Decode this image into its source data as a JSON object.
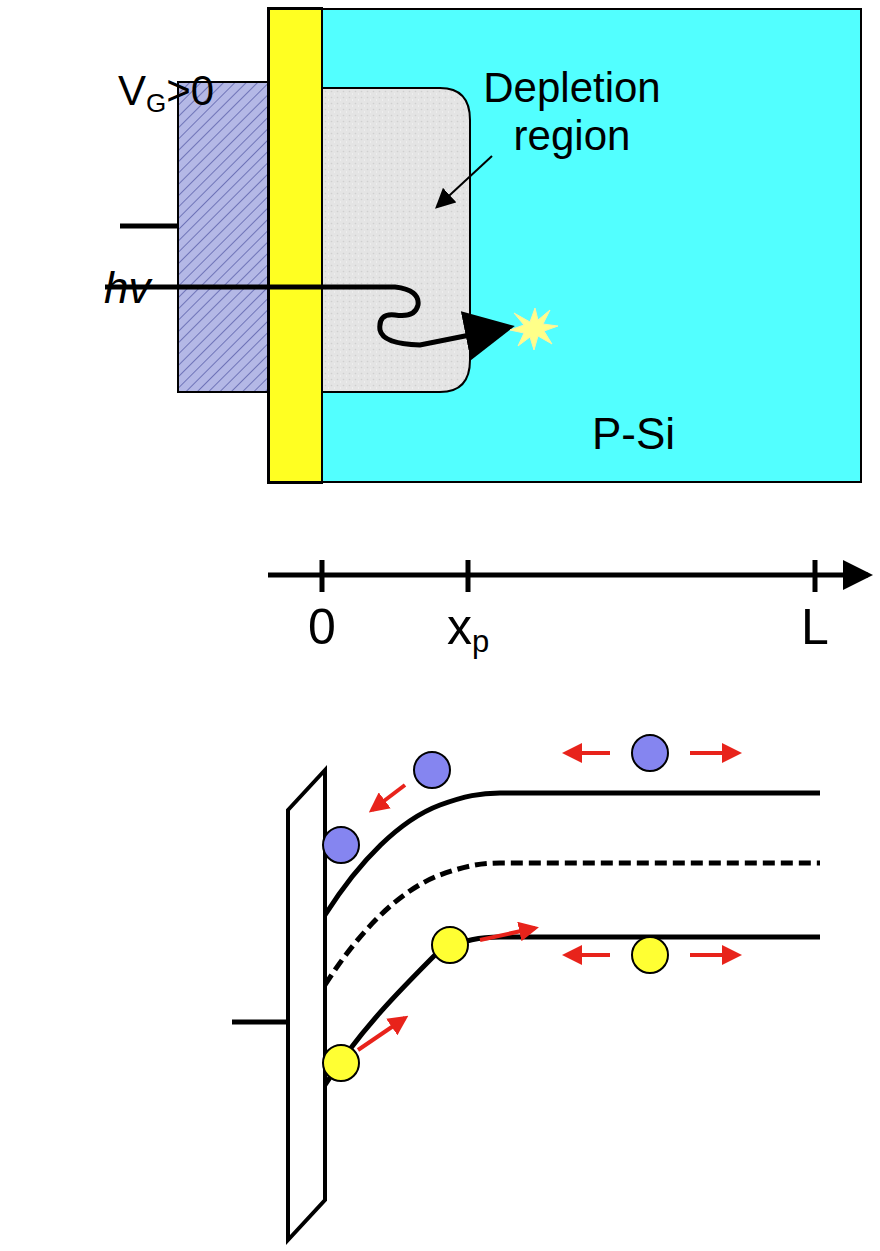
{
  "diagram": {
    "nodes": [
      {
        "text": [
          "P-Si"
        ]
      }
    ],
    "labels": [
      "Depletion region",
      "VG>0",
      "hv",
      "0",
      "xp",
      "L"
    ]
  }
}
